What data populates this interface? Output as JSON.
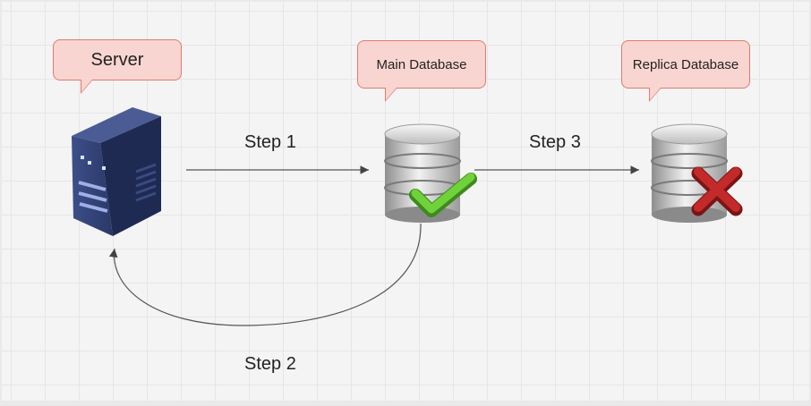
{
  "nodes": {
    "server": {
      "callout": "Server"
    },
    "main_db": {
      "callout": "Main Database",
      "status": "check-icon"
    },
    "replica_db": {
      "callout": "Replica Database",
      "status": "cross-icon"
    }
  },
  "edges": {
    "step1": "Step 1",
    "step2": "Step 2",
    "step3": "Step 3"
  },
  "colors": {
    "callout_fill": "#f8d5d0",
    "callout_border": "#e07a72",
    "server": "#2d3c6b",
    "success": "#5fbe2e",
    "error": "#b02222"
  }
}
